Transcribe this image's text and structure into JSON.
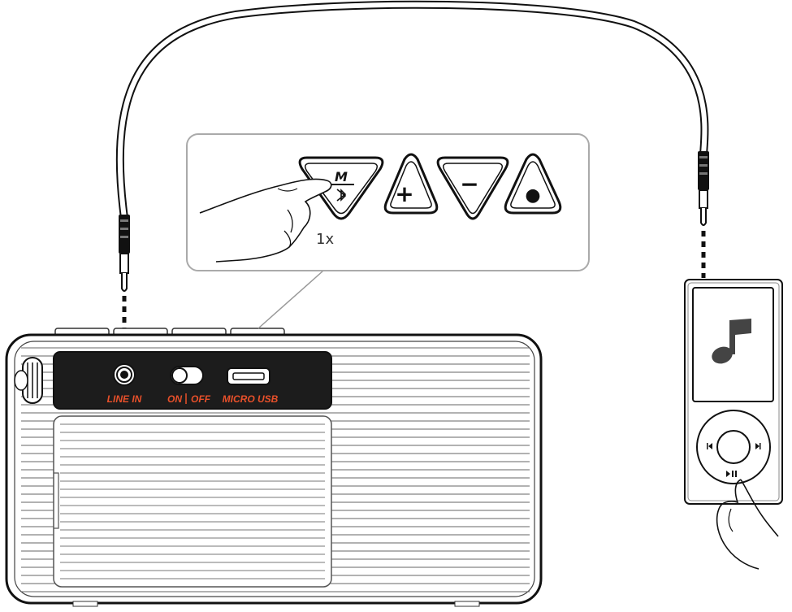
{
  "ports": {
    "line_in": "LINE IN",
    "on": "ON",
    "off": "OFF",
    "micro_usb": "MICRO USB"
  },
  "buttons": {
    "mode": "M",
    "plus": "+",
    "minus": "−",
    "record": "●"
  },
  "press_count": "1x",
  "colors": {
    "label": "#e8502a",
    "line": "#111111",
    "panel": "#1c1c1c"
  }
}
